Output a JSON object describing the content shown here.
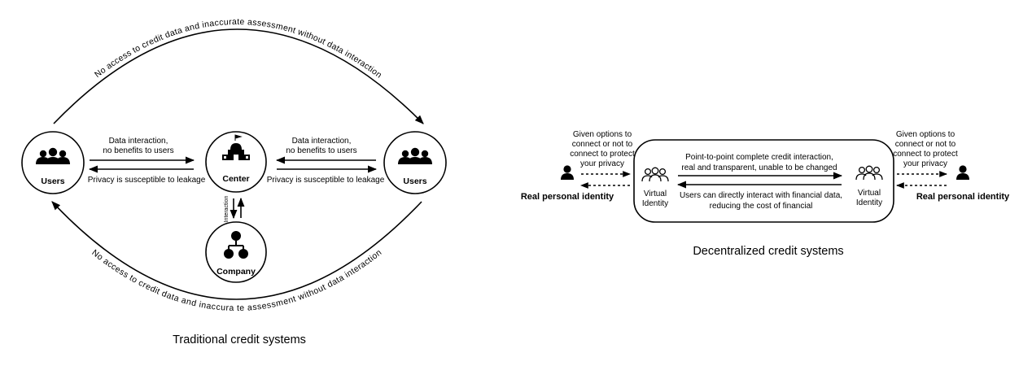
{
  "traditional": {
    "caption": "Traditional credit systems",
    "top_arc_label": "No access to credit data and inaccurate assessment without data interaction",
    "bottom_arc_label": "No access to credit data and inaccura te assessment without data interaction",
    "users_left": "Users",
    "users_right": "Users",
    "center": "Center",
    "company": "Company",
    "left_top_line1": "Data interaction,",
    "left_top_line2": "no benefits to users",
    "left_bottom": "Privacy is susceptible to leakage",
    "right_top_line1": "Data interaction,",
    "right_top_line2": "no benefits to users",
    "right_bottom": "Privacy is susceptible to leakage",
    "vertical_label": "Interaction"
  },
  "decentralized": {
    "caption": "Decentralized credit systems",
    "left_options_line1": "Given options to",
    "left_options_line2": "connect or not to",
    "left_options_line3": "connect to protect",
    "left_options_line4": "your privacy",
    "right_options_line1": "Given options to",
    "right_options_line2": "connect or not to",
    "right_options_line3": "connect to protect",
    "right_options_line4": "your privacy",
    "real_identity_left": "Real personal identity",
    "real_identity_right": "Real personal identity",
    "virtual_left_line1": "Virtual",
    "virtual_left_line2": "Identity",
    "virtual_right_line1": "Virtual",
    "virtual_right_line2": "Identity",
    "top_line1": "Point-to-point complete credit interaction,",
    "top_line2": "real and transparent, unable to be changed",
    "bottom_line1": "Users can directly interact with financial data,",
    "bottom_line2": "reducing the cost of financial"
  },
  "icons": [
    "users-group-icon",
    "center-building-icon",
    "company-hierarchy-icon",
    "person-icon",
    "virtual-users-icon"
  ]
}
